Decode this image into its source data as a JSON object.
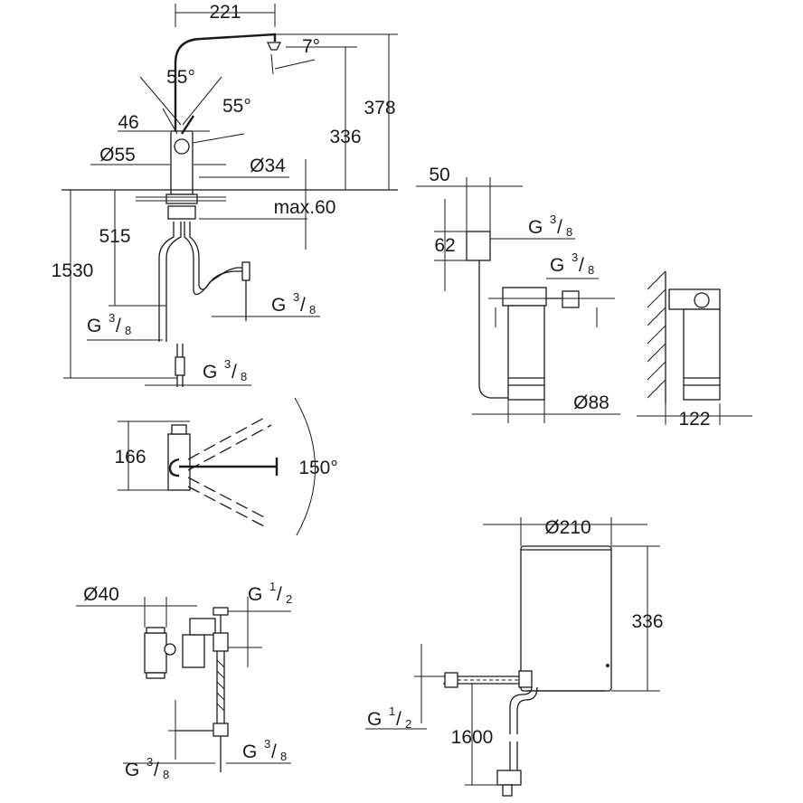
{
  "faucet": {
    "width": "221",
    "tilt": "7°",
    "handle_swing_1": "55°",
    "handle_swing_2": "55°",
    "handle_offset": "46",
    "body_diameter": "Ø55",
    "base_diameter": "Ø34",
    "height_spout": "336",
    "height_total": "378",
    "max_thickness": "max.60",
    "hose_length_1": "515",
    "hose_length_2": "1530"
  },
  "hose_threads": {
    "left": {
      "base": "G",
      "num": "3",
      "den": "8"
    },
    "right": {
      "base": "G",
      "num": "3",
      "den": "8"
    },
    "bottom": {
      "base": "G",
      "num": "3",
      "den": "8"
    }
  },
  "top_view": {
    "depth": "166",
    "rotation": "150°"
  },
  "filter_unit": {
    "head_width": "50",
    "head_height": "62",
    "thread_1": {
      "base": "G",
      "num": "3",
      "den": "8"
    },
    "thread_2": {
      "base": "G",
      "num": "3",
      "den": "8"
    },
    "diameter": "Ø88",
    "wall_distance": "122"
  },
  "valve": {
    "diameter": "Ø40",
    "thread_top": {
      "base": "G",
      "num": "1",
      "den": "2"
    },
    "thread_bottom_left": {
      "base": "G",
      "num": "3",
      "den": "8"
    },
    "thread_bottom_right": {
      "base": "G",
      "num": "3",
      "den": "8"
    }
  },
  "boiler": {
    "diameter": "Ø210",
    "height": "336",
    "thread": {
      "base": "G",
      "num": "1",
      "den": "2"
    },
    "cable_length": "1600"
  }
}
